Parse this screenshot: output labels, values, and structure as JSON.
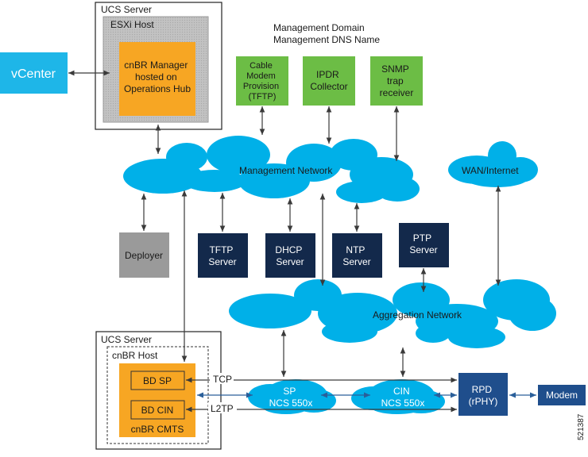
{
  "management_domain": {
    "line1": "Management Domain",
    "line2": "Management DNS Name"
  },
  "top_server": {
    "title": "UCS Server",
    "esxi": "ESXi Host",
    "manager_lines": [
      "cnBR Manager",
      "hosted on",
      "Operations Hub"
    ]
  },
  "vcenter": "vCenter",
  "services": {
    "cable_modem": [
      "Cable",
      "Modem",
      "Provision",
      "(TFTP)"
    ],
    "ipdr": [
      "IPDR",
      "Collector"
    ],
    "snmp": [
      "SNMP",
      "trap",
      "receiver"
    ]
  },
  "networks": {
    "management": "Management Network",
    "wan": "WAN/Internet",
    "aggregation": "Aggregation Network"
  },
  "servers": {
    "deployer": "Deployer",
    "tftp": [
      "TFTP",
      "Server"
    ],
    "dhcp": [
      "DHCP",
      "Server"
    ],
    "ntp": [
      "NTP",
      "Server"
    ],
    "ptp": [
      "PTP",
      "Server"
    ]
  },
  "bottom_server": {
    "title": "UCS Server",
    "host": "cnBR Host",
    "bd_sp": "BD SP",
    "bd_cin": "BD CIN",
    "cmts": "cnBR CMTS"
  },
  "links": {
    "tcp": "TCP",
    "l2tp": "L2TP"
  },
  "routers": {
    "sp": [
      "SP",
      "NCS 550x"
    ],
    "cin": [
      "CIN",
      "NCS 550x"
    ]
  },
  "rpd": [
    "RPD",
    "(rPHY)"
  ],
  "modem": "Modem",
  "figure_id": "521387",
  "colors": {
    "cloud": "#00b0e8",
    "green": "#6cbd45",
    "orange": "#f7a623",
    "navy": "#13294b",
    "gray": "#9a9a9a",
    "vcenter": "#1eb6e8"
  }
}
